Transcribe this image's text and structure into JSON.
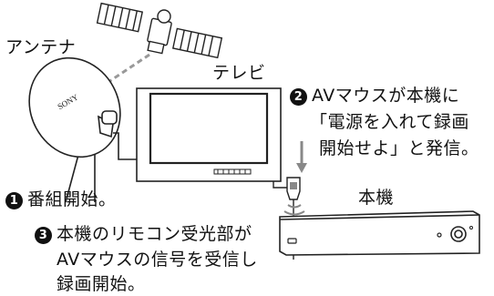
{
  "labels": {
    "antenna": "アンテナ",
    "tv": "テレビ",
    "unit": "本機"
  },
  "dish_logo": "SONY",
  "steps": [
    {
      "number": "1",
      "lines": [
        "番組開始。"
      ]
    },
    {
      "number": "2",
      "lines": [
        "AVマウスが本機に",
        "「電源を入れて録画",
        "開始せよ」と発信。"
      ]
    },
    {
      "number": "3",
      "lines": [
        "本機のリモコン受光部が",
        "AVマウスの信号を受信し",
        "録画開始。"
      ]
    }
  ],
  "colors": {
    "line": "#222222",
    "signal_arrow": "#999999",
    "tv_screen": "#ffffff",
    "device_body": "#ffffff"
  },
  "icons": [
    "satellite-icon",
    "antenna-dish-icon",
    "tv-icon",
    "av-mouse-icon",
    "recorder-icon",
    "ir-signal-icon"
  ]
}
